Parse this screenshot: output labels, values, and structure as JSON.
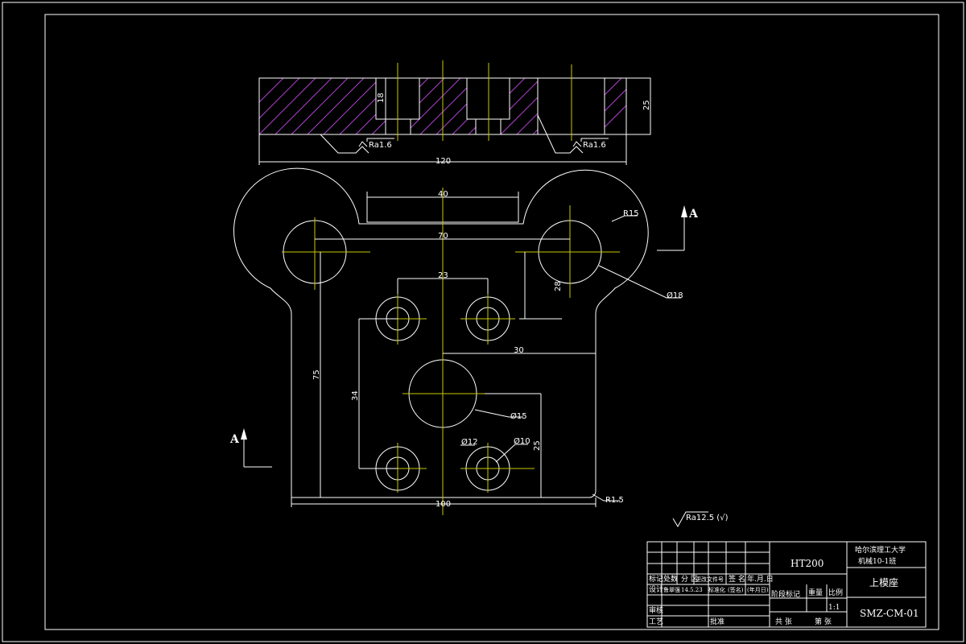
{
  "top_view": {
    "dims": {
      "d18": "18",
      "d25": "25",
      "d120": "120"
    },
    "roughness_left": "Ra1.6",
    "roughness_right": "Ra1.6"
  },
  "plan_view": {
    "dims": {
      "d40": "40",
      "d70": "70",
      "d23": "23",
      "d28": "28",
      "d30": "30",
      "d75": "75",
      "d34": "34",
      "d25": "25",
      "d100": "100"
    },
    "callouts": {
      "r15": "R15",
      "phi18": "Ø18",
      "phi15": "Ø15",
      "phi12": "Ø12",
      "phi10": "Ø10",
      "r15b": "R1.5"
    }
  },
  "section_marks": {
    "left": "A",
    "right": "A"
  },
  "general_roughness": "Ra12.5 (√)",
  "title_block": {
    "material": "HT200",
    "school": "哈尔滨理工大学",
    "class_name": "机械10-1班",
    "part_name": "上模座",
    "drawing_no": "SMZ-CM-01",
    "stage_label": "阶段标记",
    "weight_label": "重量",
    "scale_label": "比例",
    "scale_value": "1:1",
    "total_sheets_label": "共 张",
    "sheet_label": "第 张",
    "rev_labels": [
      "标记",
      "处数",
      "分 区",
      "更改文件号",
      "签 名",
      "年.月.日"
    ],
    "design_label": "设计",
    "designer": "鲁翠强",
    "design_date": "14.5.23",
    "std_label": "标准化",
    "sign_label": "(签名)",
    "date_label": "(年月日)",
    "review_label": "审核",
    "process_label": "工艺",
    "approve_label": "批准"
  }
}
